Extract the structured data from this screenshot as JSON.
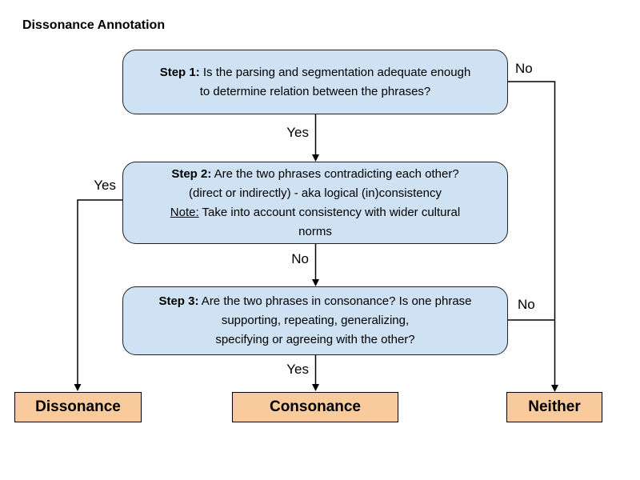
{
  "title": "Dissonance Annotation",
  "palette": {
    "step_fill": "#cfe2f3",
    "step_border": "#202028",
    "terminal_fill": "#f9cb9c",
    "terminal_border": "#000000",
    "connector": "#000000",
    "text": "#000000"
  },
  "steps": {
    "step1": {
      "bold": "Step 1:",
      "rest1": " Is the parsing and segmentation adequate enough",
      "line2": "to determine relation between the phrases?"
    },
    "step2": {
      "bold": "Step 2:",
      "rest1": " Are the two phrases contradicting each other?",
      "line2": "(direct or indirectly) - aka logical (in)consistency",
      "note": "Note:",
      "rest3": " Take into account consistency with wider cultural",
      "line4": "norms"
    },
    "step3": {
      "bold": "Step 3:",
      "rest1": " Are the two phrases in consonance? Is one phrase",
      "line2": "supporting, repeating, generalizing,",
      "line3": "specifying or agreeing with the other?"
    }
  },
  "labels": {
    "yes1": "Yes",
    "no1": "No",
    "yes2": "Yes",
    "no2": "No",
    "yes3": "Yes",
    "no3": "No"
  },
  "terminals": {
    "dissonance": "Dissonance",
    "consonance": "Consonance",
    "neither": "Neither"
  }
}
